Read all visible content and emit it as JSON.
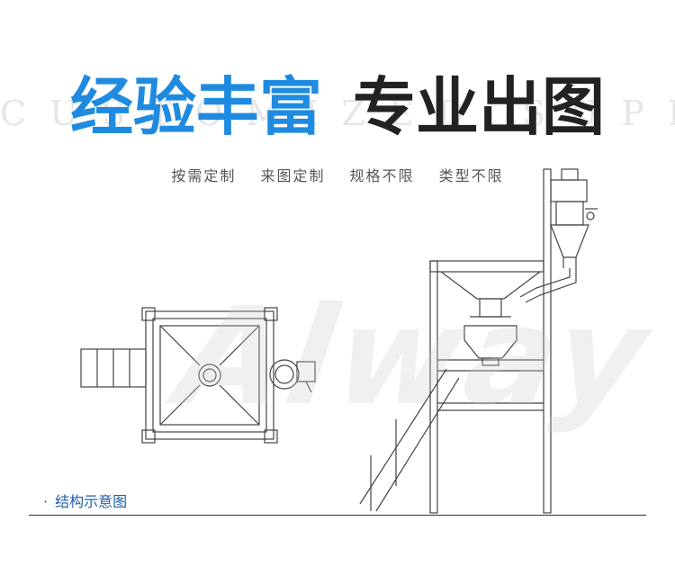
{
  "background_text": "CUSTOMIZED SUPPORT",
  "headline": {
    "left": "经验丰富",
    "right": "专业出图"
  },
  "tagline": [
    "按需定制",
    "来图定制",
    "规格不限",
    "类型不限"
  ],
  "watermark": "Alway",
  "caption": {
    "bullet": "·",
    "text": "结构示意图"
  },
  "colors": {
    "accent_blue": "#1f8be0",
    "dark_text": "#222222",
    "caption_blue": "#1f5fa8",
    "line": "#333333"
  }
}
